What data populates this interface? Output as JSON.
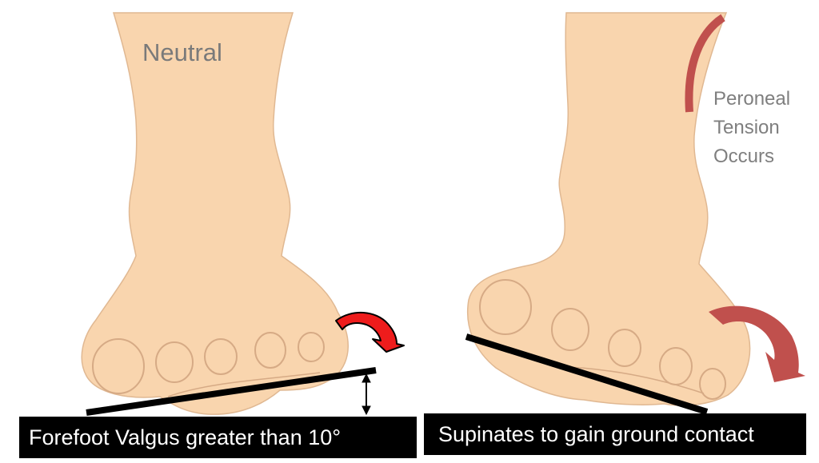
{
  "left_panel": {
    "title": "Neutral",
    "caption": "Forefoot Valgus greater than 10°",
    "rotation_arrow": {
      "icon": "curved-arrow-clockwise",
      "color": "#ee1c1c",
      "outline": "#000000"
    },
    "measure_arrow": {
      "icon": "double-headed-vertical-arrow",
      "color": "#000000"
    }
  },
  "right_panel": {
    "annotation": [
      "Peroneal",
      "Tension",
      "Occurs"
    ],
    "caption": "Supinates to gain ground contact",
    "tension_arc": {
      "icon": "tension-arc",
      "color": "#c0504d"
    },
    "rotation_arrow": {
      "icon": "curved-arrow-clockwise",
      "color": "#c0504d"
    }
  },
  "colors": {
    "skin": "#f9d5ae",
    "skin_outline": "#d9b08c",
    "toe_outline": "#d6aa85",
    "caption_bg": "#000000",
    "caption_text": "#ffffff",
    "label_text": "#7a7a7a"
  }
}
